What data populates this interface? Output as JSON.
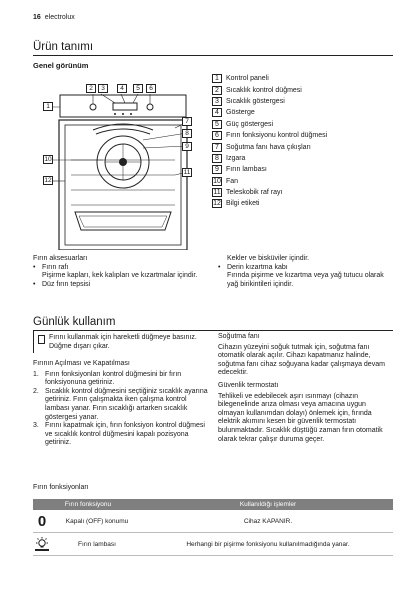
{
  "header": {
    "page_number": "16",
    "brand": "electrolux"
  },
  "section1": {
    "title": "Ürün tanımı",
    "subtitle": "Genel görünüm",
    "legend": [
      {
        "n": "1",
        "label": "Kontrol paneli"
      },
      {
        "n": "2",
        "label": "Sıcaklık kontrol düğmesi"
      },
      {
        "n": "3",
        "label": "Sıcaklık göstergesi"
      },
      {
        "n": "4",
        "label": "Gösterge"
      },
      {
        "n": "5",
        "label": "Güç göstergesi"
      },
      {
        "n": "6",
        "label": "Fırın fonksiyonu kontrol düğmesi"
      },
      {
        "n": "7",
        "label": "Soğutma fanı hava çıkışları"
      },
      {
        "n": "8",
        "label": "Izgara"
      },
      {
        "n": "9",
        "label": "Fırın lambası"
      },
      {
        "n": "10",
        "label": "Fan"
      },
      {
        "n": "11",
        "label": "Teleskobik raf rayı"
      },
      {
        "n": "12",
        "label": "Bilgi etiketi"
      }
    ],
    "callouts": {
      "c1": "1",
      "c2": "2",
      "c3": "3",
      "c4": "4",
      "c5": "5",
      "c6": "6",
      "c7": "7",
      "c8": "8",
      "c9": "9",
      "c10": "10",
      "c11": "11",
      "c12": "12"
    }
  },
  "accessories": {
    "heading": "Fırın aksesuarları",
    "item1_title": "Fırın rafı",
    "item1_desc": "Pişirme kapları, kek kalıpları ve kızartmalar içindir.",
    "item2_title": "Düz fırın tepsisi",
    "right_cont": "Kekler ve bisküviler içindir.",
    "item3_title": "Derin kızartma kabı",
    "item3_desc": "Fırında pişirme ve kızartma veya yağ tutucu olarak yağ birikintileri içindir."
  },
  "section2": {
    "title": "Günlük kullanım",
    "note": "Fırını kullanmak için hareketli düğmeye basınız. Düğme dışarı çıkar.",
    "open_heading": "Fırının Açılması ve Kapatılması",
    "steps": [
      {
        "n": "1.",
        "text": "Fırın fonksiyonları kontrol düğmesini bir fırın fonksiyonuna getiriniz."
      },
      {
        "n": "2.",
        "text": "Sıcaklık kontrol düğmesini seçtiğiniz sıcaklık ayarına getiriniz. Fırın çalışmakta iken çalışma kontrol lambası yanar. Fırın sıcaklığı artarken sıcaklık göstergesi yanar."
      },
      {
        "n": "3.",
        "text": "Fırını kapatmak için, fırın fonksiyon kontrol düğmesi ve sıcaklık kontrol düğmesini kapalı pozisyona getiriniz."
      }
    ],
    "fan_heading": "Soğutma fanı",
    "fan_text": "Cihazın yüzeyini soğuk tutmak için, soğutma fanı otomatik olarak açılır. Cihazı kapatmanız halinde, soğutma fanı cihaz soğuyana kadar çalışmaya devam edecektir.",
    "thermo_heading": "Güvenlik termostatı",
    "thermo_text": "Tehlikeli ve edebilecek aşırı ısınmayı (cihazın bilegenelinde arıza olması veya amacına uygun olmayan kullanımdan dolayı) önlemek için, fırında elektrik akımını kesen bir güvenlik termostatı bulunmaktadır. Sıcaklık düştüğü zaman fırın otomatik olarak tekrar çalışır duruma geçer."
  },
  "functions": {
    "heading": "Fırın fonksiyonları",
    "col1": "Fırın fonksiyonu",
    "col2": "Kullanıldığı işlemler",
    "rows": [
      {
        "icon_char": "0",
        "name": "Kapalı (OFF) konumu",
        "use": "Cihaz KAPANIR."
      },
      {
        "icon_char": "",
        "name": "Fırın lambası",
        "use": "Herhangi bir pişirme fonksiyonu kullanılmadığında yanar."
      }
    ]
  }
}
